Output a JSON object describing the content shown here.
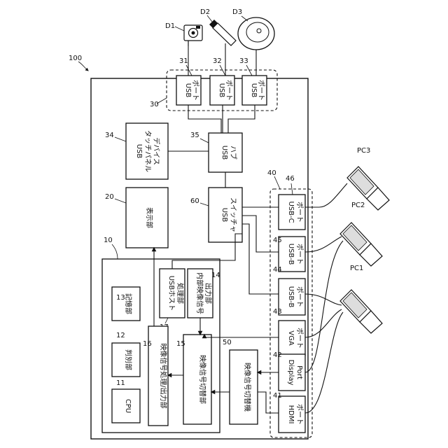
{
  "figure_ref": "100",
  "devices": {
    "d1": "D1",
    "d2": "D2",
    "d3": "D3"
  },
  "pcs": {
    "pc1": "PC1",
    "pc2": "PC2",
    "pc3": "PC3"
  },
  "blocks": {
    "usb_port_31": {
      "line1": "USB",
      "line2": "ポート",
      "ref": "31"
    },
    "usb_port_32": {
      "line1": "USB",
      "line2": "ポート",
      "ref": "32"
    },
    "usb_port_33": {
      "line1": "USB",
      "line2": "ポート",
      "ref": "33"
    },
    "usb_port_group": {
      "ref": "30"
    },
    "usb_hub": {
      "line1": "USB",
      "line2": "ハブ",
      "ref": "35"
    },
    "touch_panel": {
      "line1": "USB",
      "line2": "タッチパネル",
      "line3": "デバイス",
      "ref": "34"
    },
    "display": {
      "line1": "表示部",
      "ref": "20"
    },
    "usb_switcher": {
      "line1": "USB",
      "line2": "スイッチャ",
      "ref": "60"
    },
    "controller": {
      "ref": "10"
    },
    "usb_host": {
      "line1": "USBホスト",
      "line2": "処理部",
      "ref": "17"
    },
    "internal_video": {
      "line1": "内部映像信号",
      "line2": "出力部",
      "ref": "14"
    },
    "storage": {
      "line1": "記憶部",
      "ref": "13"
    },
    "judge": {
      "line1": "判別部",
      "ref": "12"
    },
    "video_proc": {
      "line1": "映像信号処理/出力部",
      "ref": "16"
    },
    "video_switch": {
      "line1": "映像信号切替部",
      "ref": "15"
    },
    "cpu": {
      "line1": "CPU",
      "ref": "11"
    },
    "video_switcher": {
      "line1": "映像信号切替機",
      "ref": "50"
    },
    "input_group": {
      "ref": "40"
    },
    "usb_c": {
      "line1": "USB-C",
      "line2": "ポート",
      "ref": "46"
    },
    "usb_b_45": {
      "line1": "USB-B",
      "line2": "ポート",
      "ref": "45"
    },
    "usb_b_44": {
      "line1": "USB-B",
      "line2": "ポート",
      "ref": "44"
    },
    "vga": {
      "line1": "VGA",
      "line2": "ポート",
      "ref": "43"
    },
    "displayport": {
      "line1": "Display",
      "line2": "Port",
      "ref": "42"
    },
    "hdmi": {
      "line1": "HDMI",
      "line2": "ポート",
      "ref": "41"
    }
  }
}
